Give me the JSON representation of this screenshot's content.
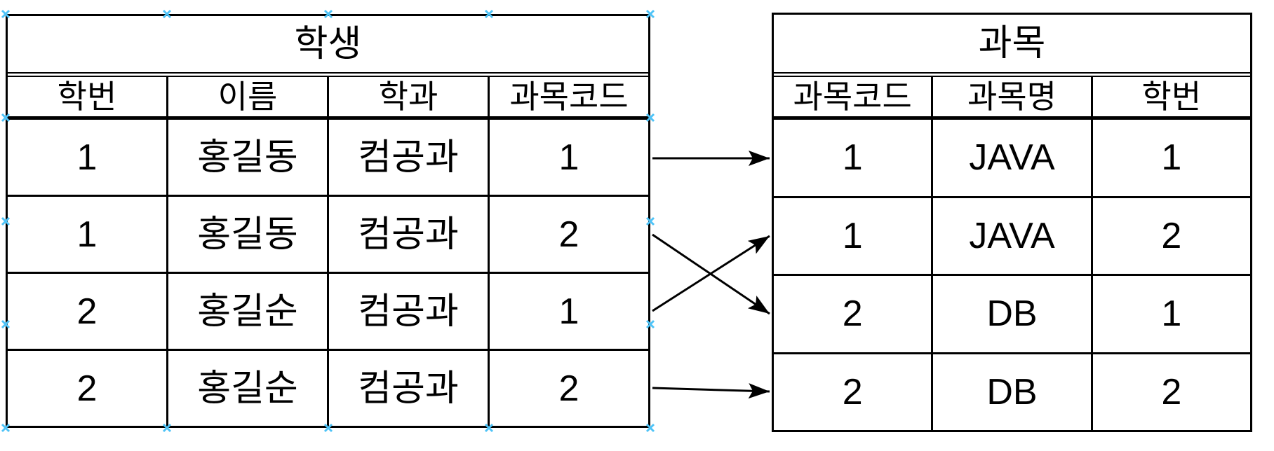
{
  "diagram": {
    "student_table": {
      "title": "학생",
      "columns": [
        "학번",
        "이름",
        "학과",
        "과목코드"
      ],
      "rows": [
        [
          "1",
          "홍길동",
          "컴공과",
          "1"
        ],
        [
          "1",
          "홍길동",
          "컴공과",
          "2"
        ],
        [
          "2",
          "홍길순",
          "컴공과",
          "1"
        ],
        [
          "2",
          "홍길순",
          "컴공과",
          "2"
        ]
      ]
    },
    "subject_table": {
      "title": "과목",
      "columns": [
        "과목코드",
        "과목명",
        "학번"
      ],
      "rows": [
        [
          "1",
          "JAVA",
          "1"
        ],
        [
          "1",
          "JAVA",
          "2"
        ],
        [
          "2",
          "DB",
          "1"
        ],
        [
          "2",
          "DB",
          "2"
        ]
      ]
    },
    "connections": [
      {
        "from_table": "학생",
        "from_row": 1,
        "to_table": "과목",
        "to_row": 1
      },
      {
        "from_table": "학생",
        "from_row": 2,
        "to_table": "과목",
        "to_row": 3
      },
      {
        "from_table": "학생",
        "from_row": 3,
        "to_table": "과목",
        "to_row": 2
      },
      {
        "from_table": "학생",
        "from_row": 4,
        "to_table": "과목",
        "to_row": 4
      }
    ],
    "colors": {
      "stroke": "#000000",
      "connection_point": "#4fc3f7",
      "background": "#ffffff"
    }
  }
}
